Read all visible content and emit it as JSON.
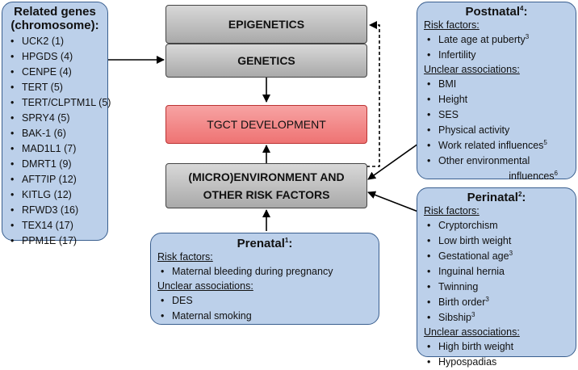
{
  "center": {
    "epigenetics": "EPIGENETICS",
    "genetics": "GENETICS",
    "tgct": "TGCT DEVELOPMENT",
    "environment_line1": "(MICRO)ENVIRONMENT AND",
    "environment_line2": "OTHER RISK FACTORS"
  },
  "related_genes": {
    "title_line1": "Related genes",
    "title_line2": "(chromosome):",
    "items": [
      "UCK2 (1)",
      "HPGDS (4)",
      "CENPE (4)",
      "TERT (5)",
      "TERT/CLPTM1L (5)",
      "SPRY4 (5)",
      "BAK-1 (6)",
      "MAD1L1 (7)",
      "DMRT1 (9)",
      "AFT7IP (12)",
      "KITLG (12)",
      "RFWD3 (16)",
      "TEX14 (17)",
      "PPM1E (17)"
    ]
  },
  "postnatal": {
    "title": "Postnatal",
    "title_sup": "4",
    "title_suffix": ":",
    "risk_label": "Risk factors:",
    "risk_items": [
      {
        "text": "Late age at puberty",
        "sup": "3"
      },
      {
        "text": "Infertility",
        "sup": ""
      }
    ],
    "unclear_label": "Unclear associations:",
    "unclear_items": [
      {
        "text": "BMI",
        "sup": ""
      },
      {
        "text": "Height",
        "sup": ""
      },
      {
        "text": "SES",
        "sup": ""
      },
      {
        "text": "Physical activity",
        "sup": ""
      },
      {
        "text": "Work related influences",
        "sup": "5"
      },
      {
        "text": "Other environmental",
        "sup": ""
      }
    ],
    "unclear_cont": {
      "text": "influences",
      "sup": "6"
    }
  },
  "perinatal": {
    "title": "Perinatal",
    "title_sup": "2",
    "title_suffix": ":",
    "risk_label": "Risk factors:",
    "risk_items": [
      {
        "text": "Cryptorchism",
        "sup": ""
      },
      {
        "text": "Low birth weight",
        "sup": ""
      },
      {
        "text": "Gestational age",
        "sup": "3"
      },
      {
        "text": "Inguinal hernia",
        "sup": ""
      },
      {
        "text": "Twinning",
        "sup": ""
      },
      {
        "text": "Birth order",
        "sup": "3"
      },
      {
        "text": "Sibship",
        "sup": "3"
      }
    ],
    "unclear_label": "Unclear associations:",
    "unclear_items": [
      {
        "text": "High birth weight",
        "sup": ""
      },
      {
        "text": "Hypospadias",
        "sup": ""
      }
    ]
  },
  "prenatal": {
    "title": "Prenatal",
    "title_sup": "1",
    "title_suffix": ":",
    "risk_label": "Risk factors:",
    "risk_items": [
      {
        "text": "Maternal bleeding during pregnancy",
        "sup": ""
      }
    ],
    "unclear_label": "Unclear associations:",
    "unclear_items": [
      {
        "text": "DES",
        "sup": ""
      },
      {
        "text": "Maternal smoking",
        "sup": ""
      }
    ]
  },
  "colors": {
    "panel_fill": "#bcd0ea",
    "panel_border": "#3a5f8f",
    "box_gray": "#bdbdbd",
    "box_red": "#f08a8a"
  }
}
